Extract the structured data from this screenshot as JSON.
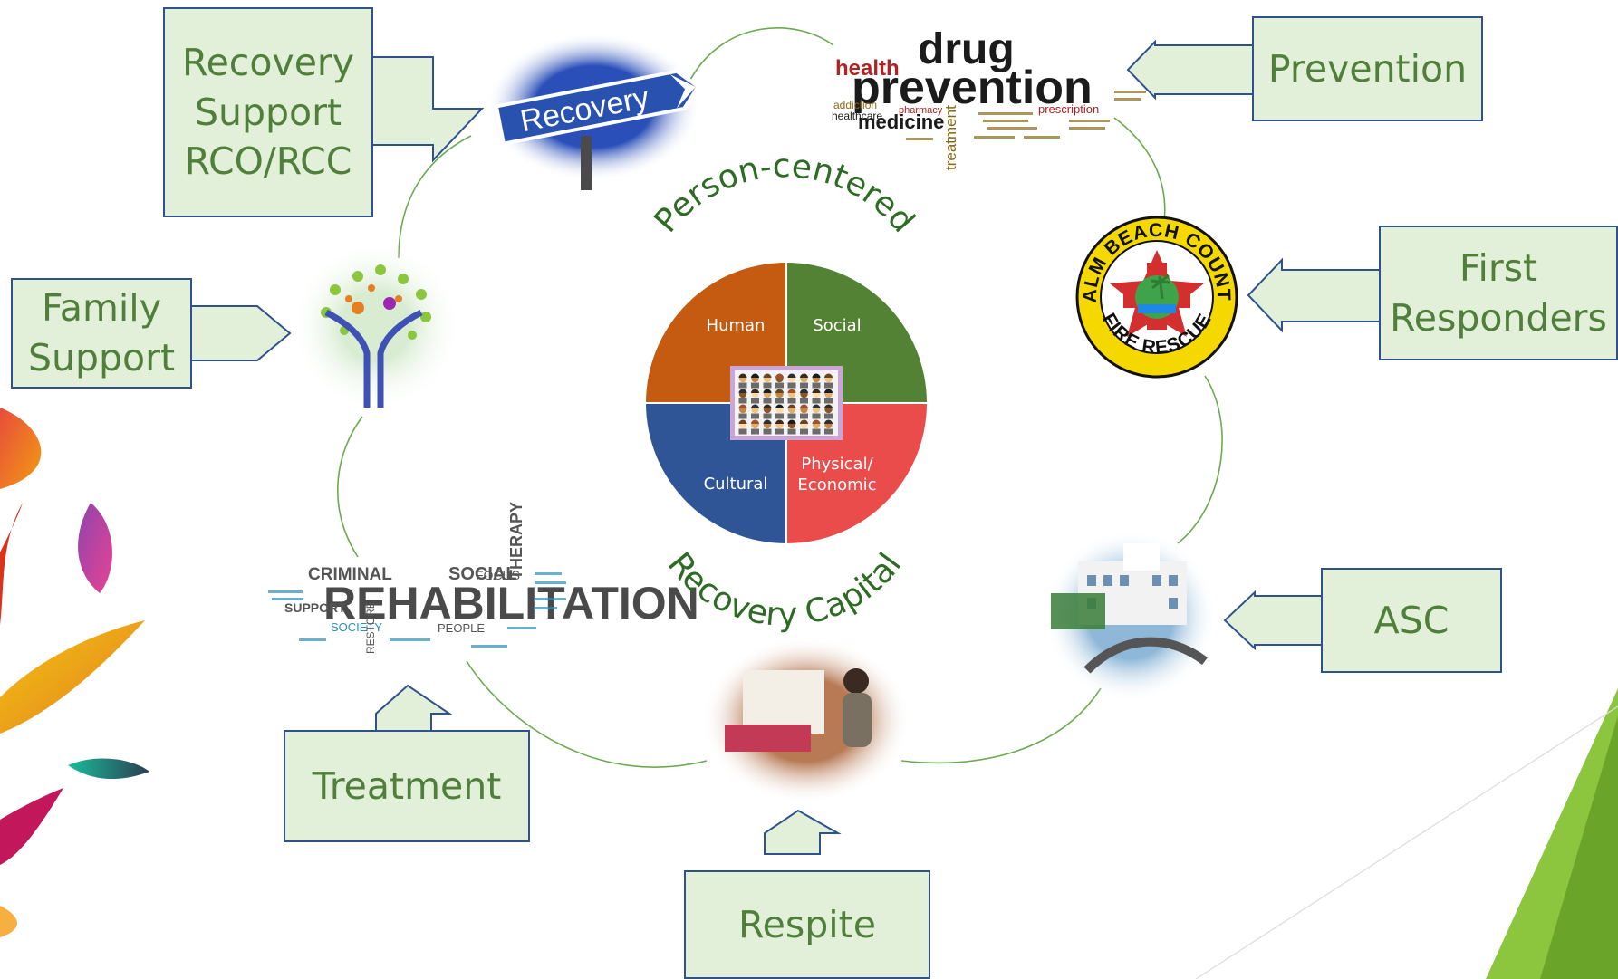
{
  "center": {
    "arc_top": "Person-centered",
    "arc_bottom": "Recovery Capital",
    "quadrants": [
      "Human",
      "Social",
      "Cultural",
      "Physical/",
      "Economic"
    ],
    "colors": {
      "human": "#c55a11",
      "social": "#548235",
      "cultural": "#2f5597",
      "physical": "#ea4b4b"
    }
  },
  "boxes": {
    "recovery_support": [
      "Recovery",
      "Support",
      "RCO/RCC"
    ],
    "prevention": "Prevention",
    "first_responders": [
      "First",
      "Responders"
    ],
    "family_support": [
      "Family",
      "Support"
    ],
    "asc": "ASC",
    "treatment": "Treatment",
    "respite": "Respite"
  },
  "images": {
    "recovery_sign": "Recovery",
    "drug_cloud": {
      "a": "drug",
      "b": "prevention",
      "c": "health",
      "d": "medicine",
      "e": "treatment",
      "f": "addiction",
      "g": "healthcare",
      "h": "prescription",
      "i": "pharmacy"
    },
    "fire_seal": {
      "top": "PALM BEACH COUNTY",
      "bottom": "FIRE RESCUE"
    },
    "rehab_cloud": {
      "a": "REHABILITATION",
      "b": "CRIMINAL",
      "c": "SOCIAL",
      "d": "THERAPY",
      "e": "SUPPORT",
      "f": "SOCIETY",
      "g": "PEOPLE",
      "h": "RESTORE",
      "i": "FOCUS"
    }
  }
}
